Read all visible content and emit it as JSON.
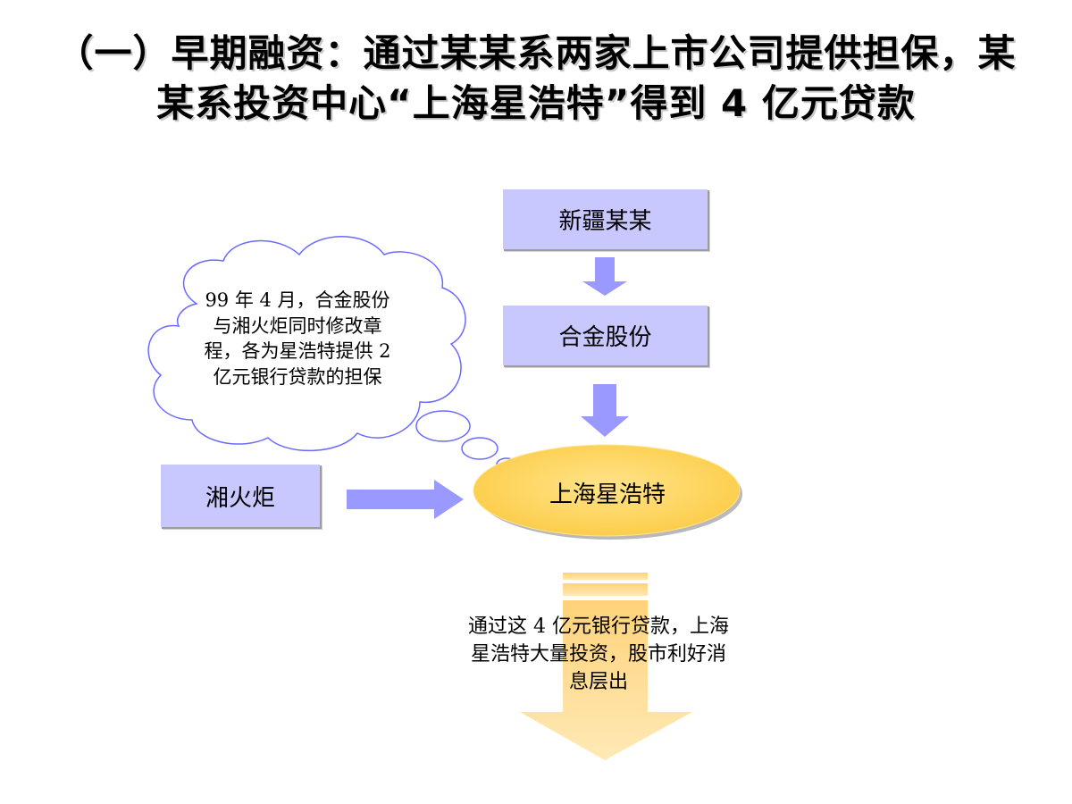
{
  "title": "（一）早期融资：通过某某系两家上市公司提供担保，某某系投资中心“上海星浩特”得到 4 亿元贷款",
  "nodes": {
    "xinjiang": "新疆某某",
    "hejin": "合金股份",
    "xianghuoju": "湘火炬",
    "shanghai_xinghaote": "上海星浩特"
  },
  "cloud_note": "99 年 4 月，合金股份与湘火炬同时修改章程，各为星浩特提供 2 亿元银行贷款的担保",
  "result_note": "通过这 4 亿元银行贷款，上海星浩特大量投资，股市利好消息层出",
  "colors": {
    "box_fill": "#c8c8ff",
    "arrow_fill": "#9999ff",
    "ellipse_fill": "#ffd966",
    "cloud_stroke": "#6a6aff",
    "big_arrow_fill": "#ffd27a"
  }
}
